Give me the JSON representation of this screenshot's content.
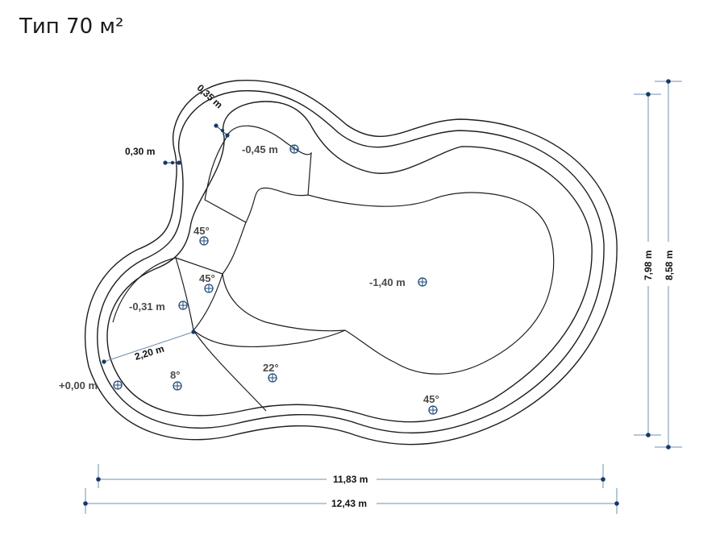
{
  "title": "Тип 70 м²",
  "dimensions": {
    "length_inner": "11,83 m",
    "length_outer": "12,43 m",
    "width_inner": "7,98 m",
    "width_outer": "8,58 m",
    "rim_1": "0,35 m",
    "rim_2": "0,30 m",
    "step_width": "2,20 m"
  },
  "depths": {
    "d_045": "-0,45 m",
    "d_031": "-0,31 m",
    "d_000": "+0,00 m",
    "d_140": "-1,40 m"
  },
  "slopes": {
    "s1": "45°",
    "s2": "45°",
    "s3": "8°",
    "s4": "22°",
    "s5": "45°"
  },
  "colors": {
    "outline": "#1e1e1e",
    "dimension_line": "#6f8fb0",
    "marker": "#1f4a7a"
  }
}
